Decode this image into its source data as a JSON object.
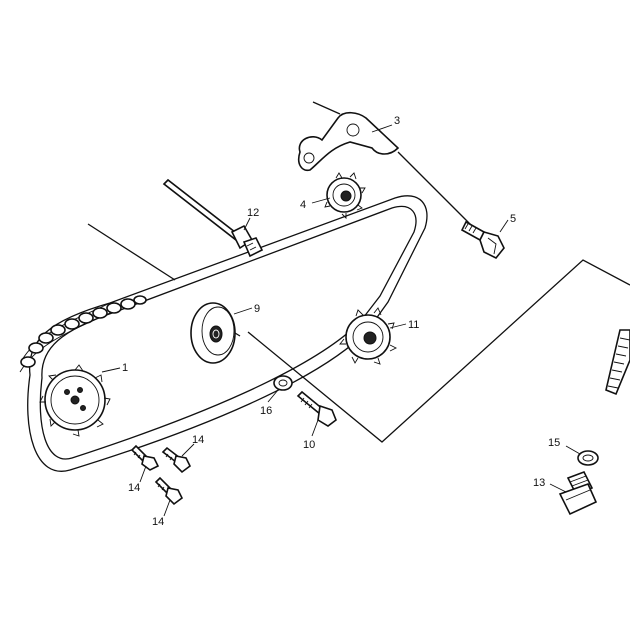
{
  "callouts": [
    {
      "id": "c1",
      "text": "1"
    },
    {
      "id": "c3",
      "text": "3"
    },
    {
      "id": "c4",
      "text": "4"
    },
    {
      "id": "c5",
      "text": "5"
    },
    {
      "id": "c9",
      "text": "9"
    },
    {
      "id": "c10",
      "text": "10"
    },
    {
      "id": "c11",
      "text": "11"
    },
    {
      "id": "c12",
      "text": "12"
    },
    {
      "id": "c13",
      "text": "13"
    },
    {
      "id": "c14a",
      "text": "14"
    },
    {
      "id": "c14b",
      "text": "14"
    },
    {
      "id": "c14c",
      "text": "14"
    },
    {
      "id": "c15",
      "text": "15"
    },
    {
      "id": "c16",
      "text": "16"
    }
  ],
  "colors": {
    "line": "#111111",
    "background": "#ffffff"
  }
}
